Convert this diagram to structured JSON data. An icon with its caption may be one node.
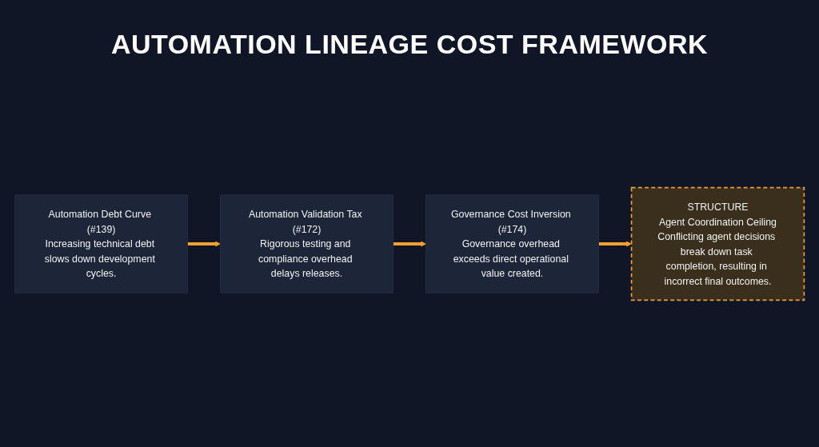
{
  "diagram": {
    "title": "AUTOMATION LINEAGE COST FRAMEWORK",
    "nodes": [
      {
        "text": [
          "Automation Debt Curve (#139)",
          "Increasing technical debt slows down development cycles."
        ]
      },
      {
        "text": [
          "Automation Validation Tax (#172)",
          "Rigorous testing and compliance overhead delays releases."
        ]
      },
      {
        "text": [
          "Governance Cost Inversion (#174)",
          "Governance overhead exceeds direct operational value created."
        ]
      },
      {
        "text": [
          "STRUCTURE",
          "Agent Coordination Ceiling",
          "Conflicting agent decisions break down task completion, resulting in incorrect final outcomes."
        ]
      }
    ],
    "edges": [
      {
        "from": 0,
        "to": 1,
        "arrow": "to"
      },
      {
        "from": 1,
        "to": 2,
        "arrow": "to"
      },
      {
        "from": 2,
        "to": 3,
        "arrow": "to"
      }
    ]
  }
}
